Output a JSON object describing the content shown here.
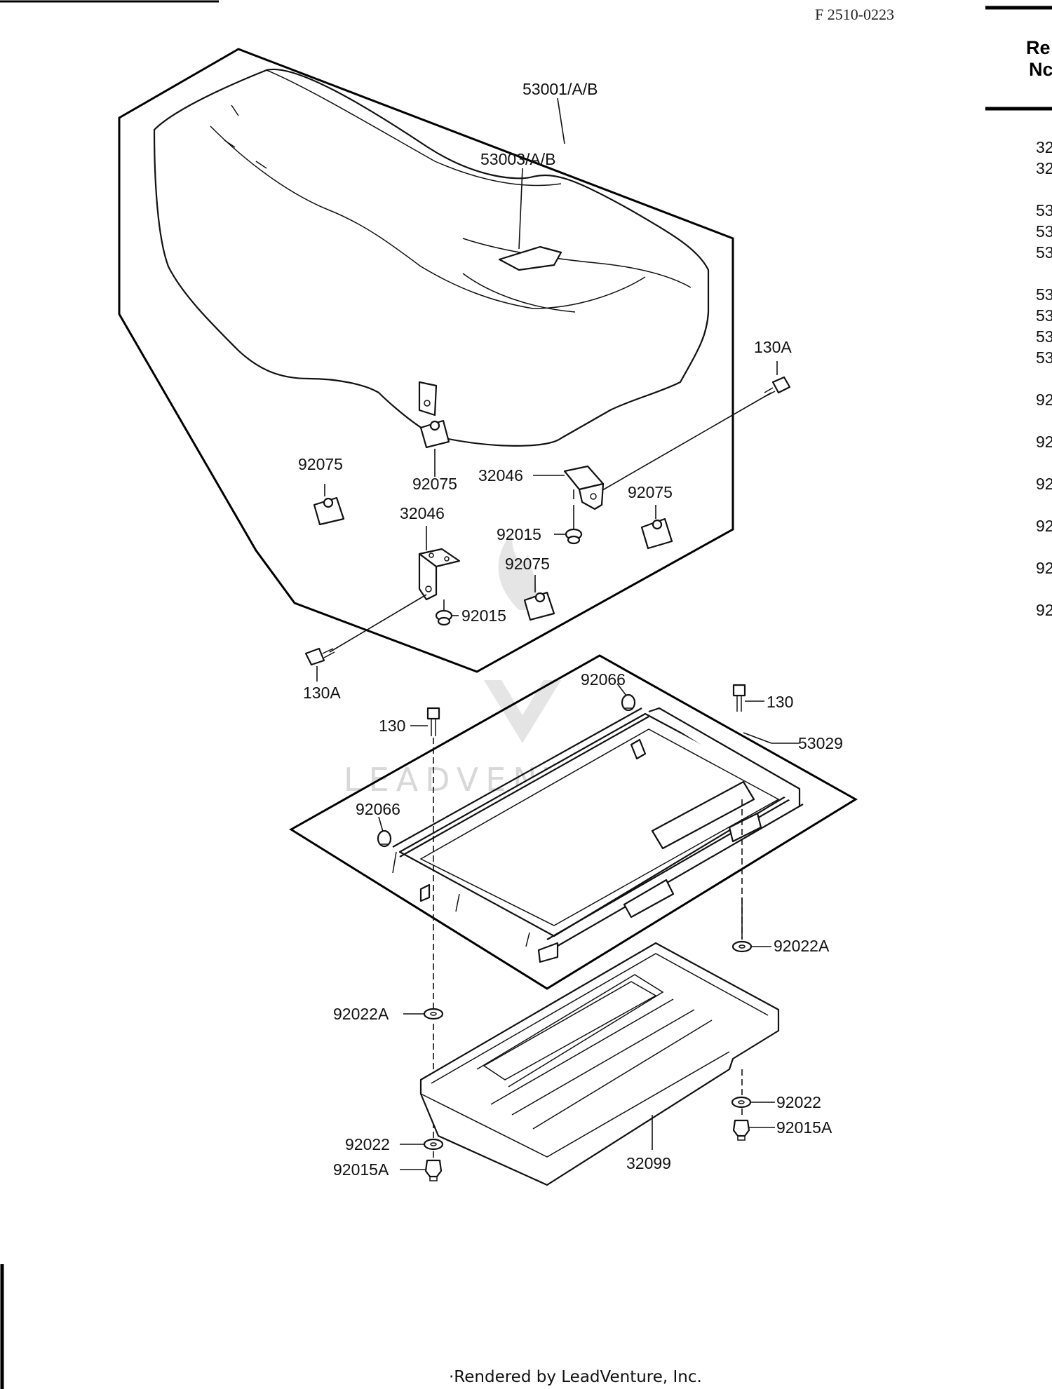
{
  "document_code": "F 2510-0223",
  "right_panel": {
    "header_line1": "Re",
    "header_line2": "Nc",
    "ref_numbers": [
      "32",
      "32",
      "53",
      "53",
      "53",
      "53",
      "53",
      "53",
      "53",
      "92",
      "92",
      "92",
      "92",
      "92",
      "92"
    ]
  },
  "labels": {
    "seat": "53001/A/B",
    "seat_strap": "53003/A/B",
    "bolt_130a_right": "130A",
    "bolt_130a_left": "130A",
    "damper_92075_a": "92075",
    "damper_92075_b": "92075",
    "damper_92075_c": "92075",
    "damper_92075_d": "92075",
    "bracket_32046_upper": "32046",
    "bracket_32046_lower": "32046",
    "nut_92015_upper": "92015",
    "nut_92015_lower": "92015",
    "grommet_92066_top": "92066",
    "grommet_92066_left": "92066",
    "bolt_130_right": "130",
    "bolt_130_left": "130",
    "rack_53029": "53029",
    "washer_92022a_right": "92022A",
    "washer_92022a_left": "92022A",
    "washer_92022_right": "92022",
    "washer_92022_left": "92022",
    "nut_92015a_right": "92015A",
    "nut_92015a_left": "92015A",
    "tray_32099": "32099"
  },
  "watermark": "LEADVENTURE",
  "footer": "·Rendered by LeadVenture, Inc."
}
